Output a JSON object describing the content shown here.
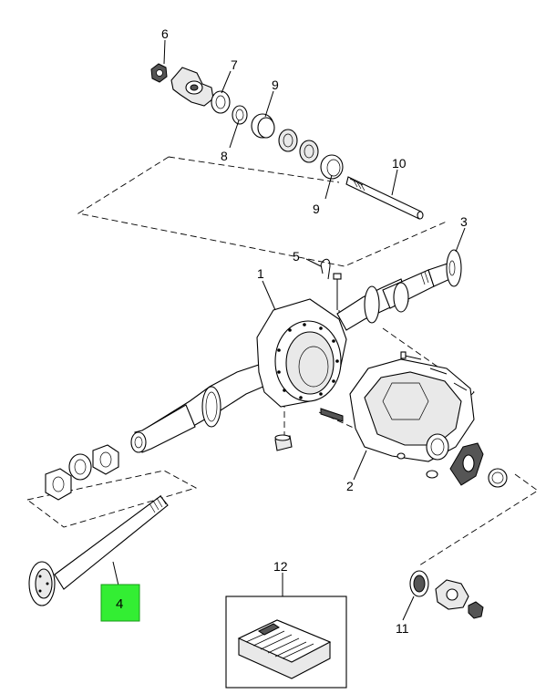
{
  "callouts": {
    "c1": "1",
    "c2": "2",
    "c3": "3",
    "c4": "4",
    "c5": "5",
    "c6": "6",
    "c7": "7",
    "c8": "8",
    "c9a": "9",
    "c9b": "9",
    "c10": "10",
    "c11": "11",
    "c12": "12"
  },
  "colors": {
    "highlight": "#33ee33",
    "line": "#000000",
    "background": "#ffffff"
  },
  "selected_part": "4"
}
